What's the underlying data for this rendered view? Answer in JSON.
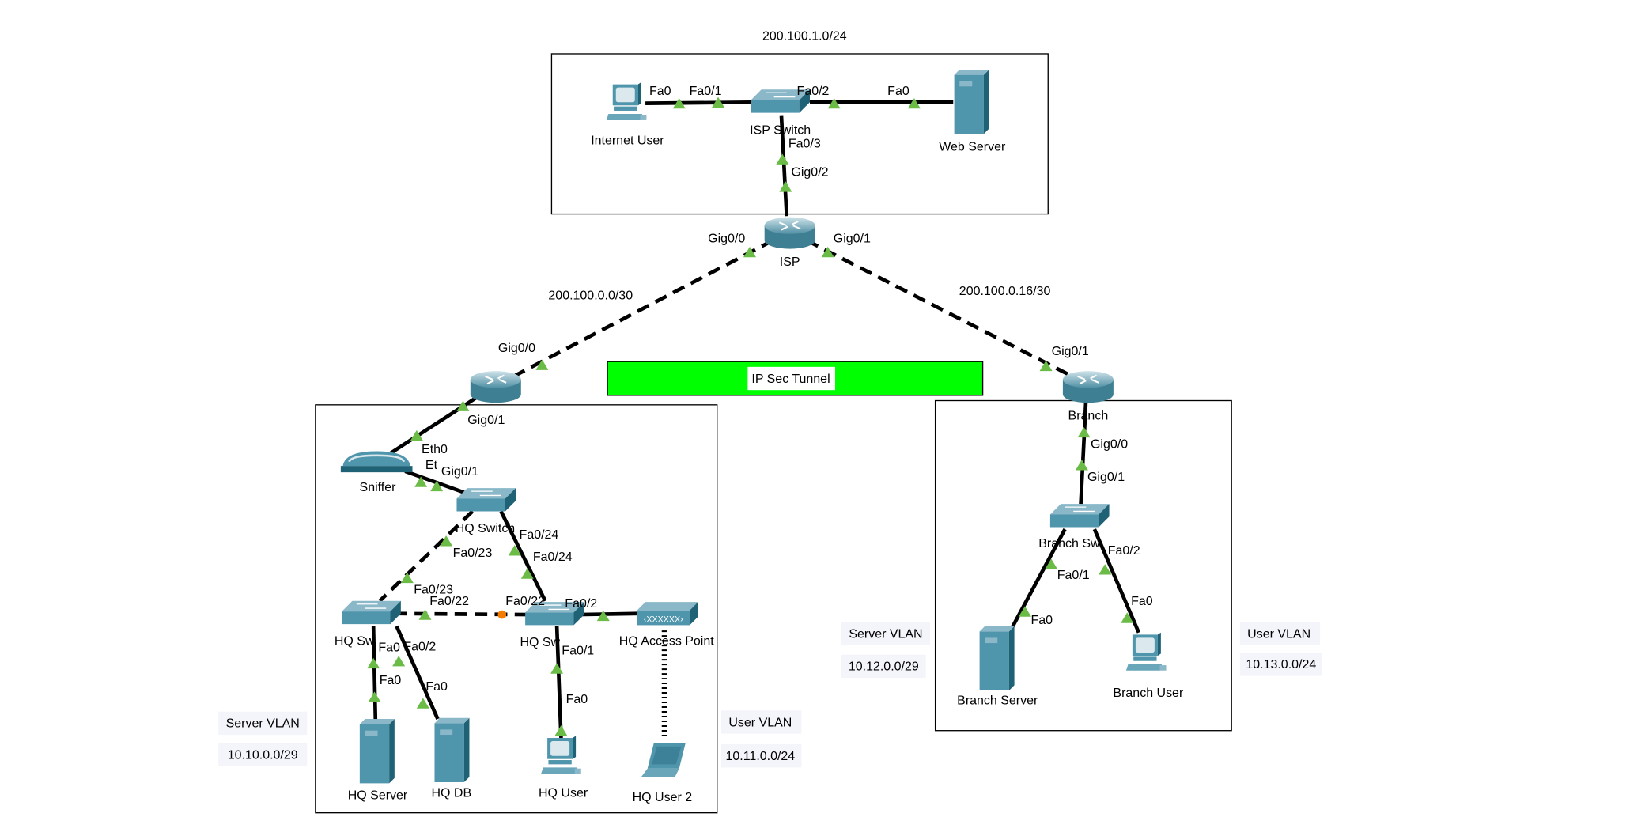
{
  "networks": {
    "isp_lan": "200.100.1.0/24",
    "hq_wan": "200.100.0.0/30",
    "branch_wan": "200.100.0.16/30"
  },
  "tunnel": {
    "label": "IP Sec Tunnel",
    "color": "#00ff00"
  },
  "devices": {
    "internet_user": "Internet User",
    "isp_switch": "ISP Switch",
    "web_server": "Web Server",
    "isp": "ISP",
    "sniffer": "Sniffer",
    "hq_switch": "HQ Switch",
    "hq_sw_left": "HQ Sw",
    "hq_sw_right": "HQ Sw",
    "hq_ap": "HQ Access Point",
    "hq_server": "HQ Server",
    "hq_db": "HQ DB",
    "hq_user": "HQ User",
    "hq_user2": "HQ User 2",
    "branch": "Branch",
    "branch_switch": "Branch Sw",
    "branch_server": "Branch Server",
    "branch_user": "Branch User"
  },
  "ports": {
    "iu_fa0": "Fa0",
    "sw_fa01": "Fa0/1",
    "sw_fa02": "Fa0/2",
    "ws_fa0": "Fa0",
    "sw_fa03": "Fa0/3",
    "isp_gig02": "Gig0/2",
    "isp_gig00": "Gig0/0",
    "isp_gig01": "Gig0/1",
    "hq_gig00": "Gig0/0",
    "br_gig01": "Gig0/1",
    "hq_gig01": "Gig0/1",
    "sn_eth0": "Eth0",
    "sn_et": "Et",
    "hqs_gig01": "Gig0/1",
    "hqs_fa023": "Fa0/23",
    "hqs_fa024": "Fa0/24",
    "hr_fa024": "Fa0/24",
    "hl_fa023": "Fa0/23",
    "hl_fa022": "Fa0/22",
    "hr_fa022": "Fa0/22",
    "hr_fa02": "Fa0/2",
    "hl_fa0": "Fa0",
    "hl_fa02": "Fa0/2",
    "srv_fa0": "Fa0",
    "db_fa0": "Fa0",
    "hr_fa01": "Fa0/1",
    "hu_fa0": "Fa0",
    "br_gig00": "Gig0/0",
    "bs_gig01": "Gig0/1",
    "bs_fa01": "Fa0/1",
    "bs_fa02": "Fa0/2",
    "bsrv_fa0": "Fa0",
    "bu_fa0": "Fa0"
  },
  "vlans": {
    "hq_server": {
      "name": "Server VLAN",
      "subnet": "10.10.0.0/29"
    },
    "hq_user": {
      "name": "User VLAN",
      "subnet": "10.11.0.0/24"
    },
    "br_server": {
      "name": "Server VLAN",
      "subnet": "10.12.0.0/29"
    },
    "br_user": {
      "name": "User VLAN",
      "subnet": "10.13.0.0/24"
    }
  }
}
